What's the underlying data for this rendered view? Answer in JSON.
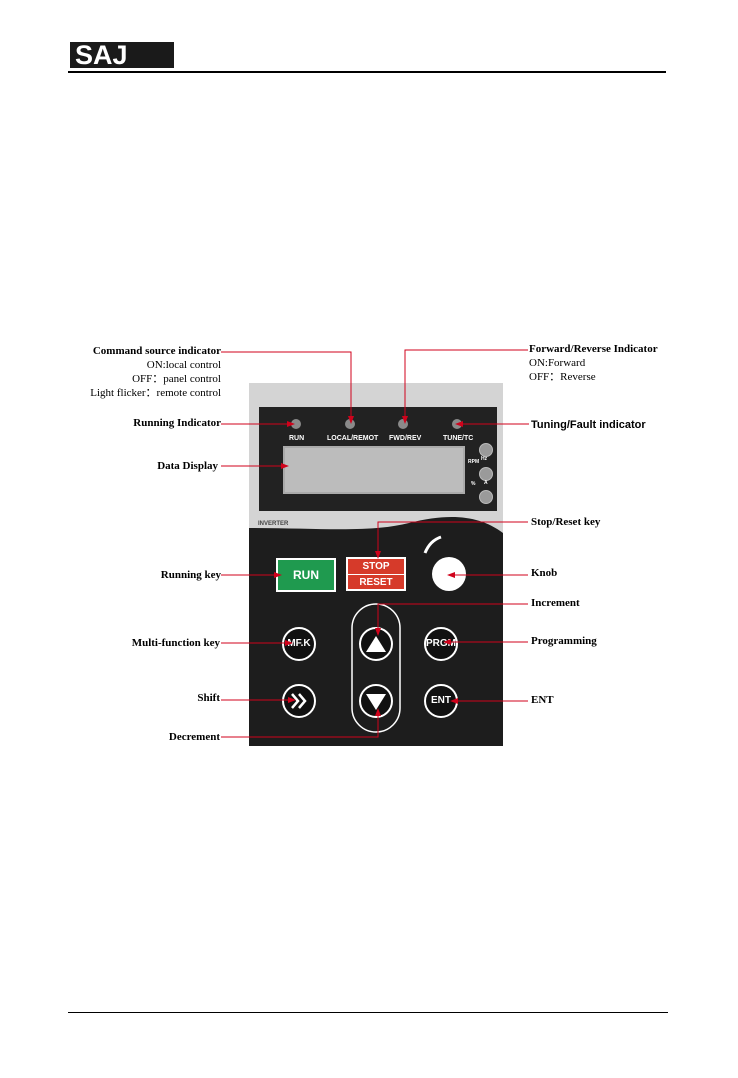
{
  "header": {
    "logo_text": "SAJ"
  },
  "labels": {
    "command_source": {
      "title": "Command source indicator",
      "line1": "ON:local control",
      "line2": "OFF：panel control",
      "line3": "Light flicker：remote control"
    },
    "forward_reverse": {
      "title": "Forward/Reverse Indicator",
      "line1": "ON:Forward",
      "line2": "OFF：Reverse"
    },
    "running_indicator": "Running Indicator",
    "tuning_fault": "Tuning/Fault indicator",
    "data_display": "Data Display",
    "stop_reset_key": "Stop/Reset key",
    "running_key": "Running key",
    "knob": "Knob",
    "increment": "Increment",
    "multi_function_key": "Multi-function key",
    "programming": "Programming",
    "shift": "Shift",
    "ent": "ENT",
    "decrement": "Decrement"
  },
  "panel": {
    "indicators": {
      "run": "RUN",
      "local_remot": "LOCAL/REMOT",
      "fwd_rev": "FWD/REV",
      "tune_tc": "TUNE/TC"
    },
    "units": {
      "rpm": "RPM",
      "hz": "Hz",
      "percent": "%",
      "a": "A"
    },
    "brand": "INVERTER",
    "keys": {
      "run": "RUN",
      "stop": "STOP",
      "reset": "RESET",
      "mfk": "MF.K",
      "prgm": "PRGM",
      "ent": "ENT"
    }
  },
  "colors": {
    "accent_line": "#d0021b",
    "run_key": "#1f9a4f",
    "stop_key": "#d63a2a"
  }
}
